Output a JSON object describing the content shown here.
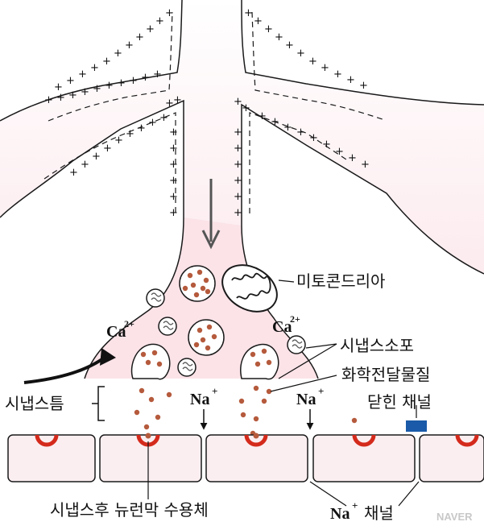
{
  "labels": {
    "mitochondria": "미토콘드리아",
    "synaptic_vesicle": "시냅스소포",
    "neurotransmitter": "화학전달물질",
    "closed_channel": "닫힌 채널",
    "synaptic_cleft": "시냅스틈",
    "postsynaptic_receptor": "시냅스후 뉴런막 수용체",
    "na_channel": "채널"
  },
  "ions": {
    "calcium": "Ca",
    "calcium_charge": "2+",
    "sodium": "Na",
    "sodium_charge": "+"
  },
  "watermark": "NAVER",
  "colors": {
    "neuron_fill": "#fbe3e8",
    "receptor": "#d42a1c",
    "closed_channel": "#1a5aa8",
    "molecule": "#b55a3c",
    "membrane_fill": "#fbeef0",
    "outline": "#1a1a1a"
  }
}
